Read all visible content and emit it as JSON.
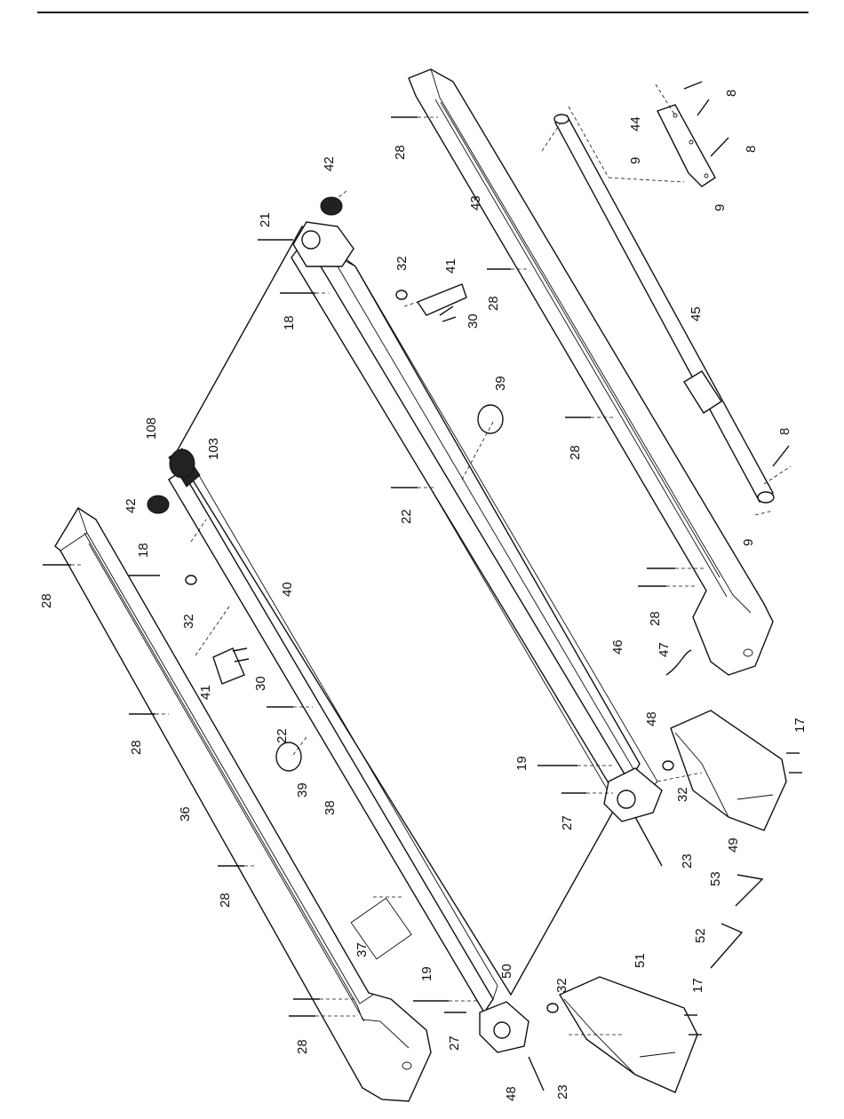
{
  "labels": {
    "p8a": "8",
    "p8b": "8",
    "p8c": "8",
    "p9a": "9",
    "p9b": "9",
    "p9c": "9",
    "p17a": "17",
    "p17b": "17",
    "p18a": "18",
    "p18b": "18",
    "p19a": "19",
    "p19b": "19",
    "p21": "21",
    "p22a": "22",
    "p22b": "22",
    "p23a": "23",
    "p23b": "23",
    "p27a": "27",
    "p27b": "27",
    "p28a": "28",
    "p28b": "28",
    "p28c": "28",
    "p28d": "28",
    "p28e": "28",
    "p28f": "28",
    "p28g": "28",
    "p28h": "28",
    "p30a": "30",
    "p30b": "30",
    "p32a": "32",
    "p32b": "32",
    "p32c": "32",
    "p32d": "32",
    "p36": "36",
    "p37": "37",
    "p38": "38",
    "p39a": "39",
    "p39b": "39",
    "p40": "40",
    "p41a": "41",
    "p41b": "41",
    "p42a": "42",
    "p42b": "42",
    "p43": "43",
    "p44": "44",
    "p45": "45",
    "p46": "46",
    "p47": "47",
    "p48a": "48",
    "p48b": "48",
    "p49": "49",
    "p50": "50",
    "p51": "51",
    "p52": "52",
    "p53": "53",
    "p103": "103",
    "p108": "108"
  }
}
